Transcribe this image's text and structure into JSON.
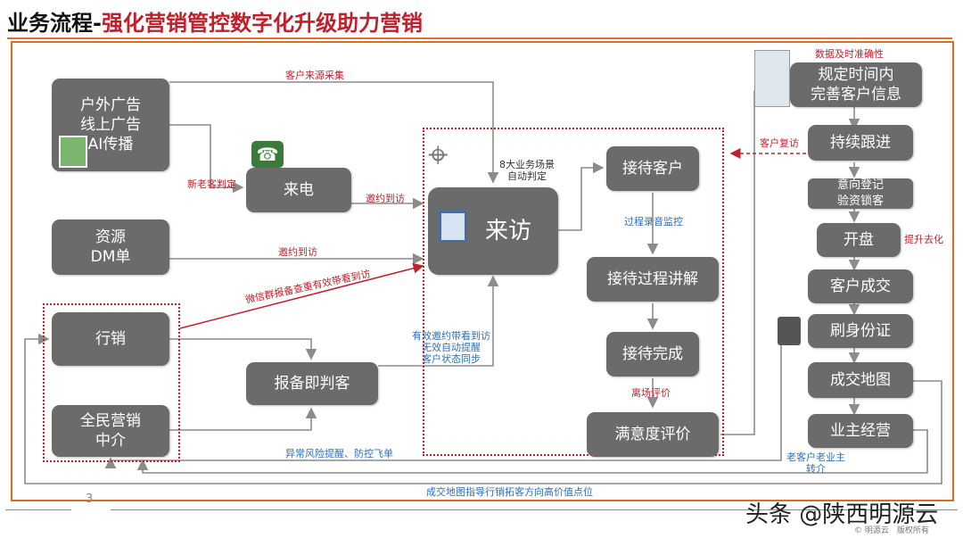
{
  "header": {
    "title_prefix": "业务流程-",
    "title_main": "强化营销管控数字化升级助力营销"
  },
  "boxes": {
    "outdoor_ads": "户外广告\n线上广告\nAI传播",
    "incoming_call": "来电",
    "resources_dm": "资源\nDM单",
    "visit": "来访",
    "marketing": "行销",
    "all_people": "全民营销\n中介",
    "report_judge": "报备即判客",
    "receive_customer": "接待客户",
    "explain_process": "接待过程讲解",
    "reception_done": "接待完成",
    "satisfaction": "满意度评价",
    "complete_info": "规定时间内\n完善客户信息",
    "follow_up": "持续跟进",
    "intent_register": "意向登记\n验资锁客",
    "open_sale": "开盘",
    "deal": "客户成交",
    "id_card": "刷身份证",
    "deal_map": "成交地图",
    "owner_ops": "业主经营"
  },
  "labels": {
    "source_collect": "客户来源采集",
    "new_old_judge": "新老客判定",
    "invite_visit_1": "邀约到访",
    "invite_visit_2": "邀约到访",
    "scenes": "8大业务场景\n自动判定",
    "wechat_report": "微信群报备查重有效带看到访",
    "valid_invite": "有效邀约带看到访\n无效自动提醒\n客户状态同步",
    "recording": "过程录音监控",
    "leave_eval": "离场评价",
    "accuracy": "数据及时准确性",
    "revisit": "客户复访",
    "uplift": "提升去化",
    "risk_alert": "异常风险提醒、防控飞单",
    "old_owner": "老客户老业主\n转介",
    "deal_map_guide": "成交地图指导行销拓客方向高价值点位"
  },
  "footer": {
    "page": "3",
    "watermark": "头条 @陕西明源云",
    "copyright": "© 明源云　版权所有"
  },
  "colors": {
    "accent": "#c0202a",
    "frame": "#e06a1e",
    "box": "#6b6b6b",
    "line": "#8c8c8c",
    "blue_label": "#2e6fb6"
  }
}
